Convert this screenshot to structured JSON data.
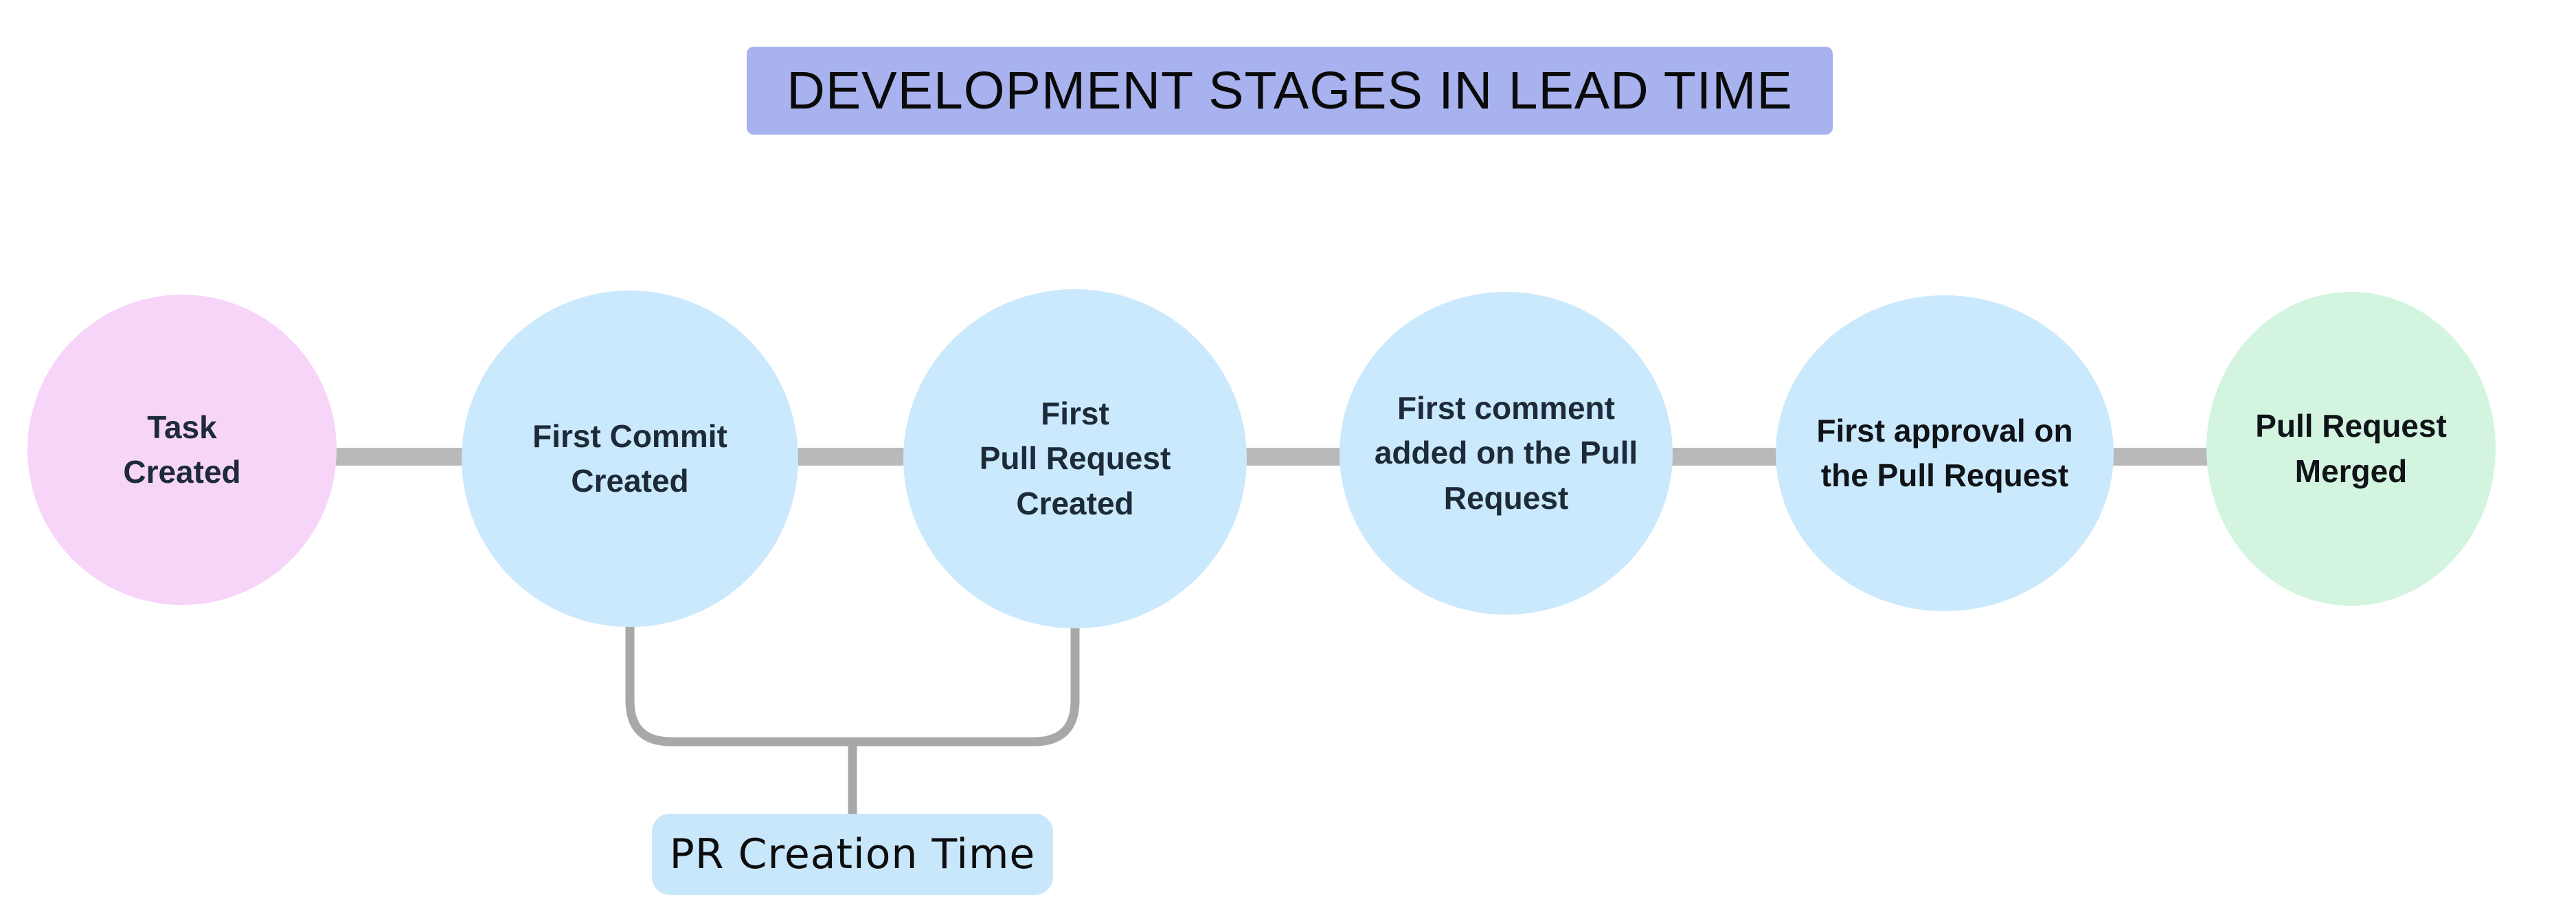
{
  "diagram": {
    "title": "DEVELOPMENT STAGES IN LEAD TIME",
    "stages": [
      {
        "id": "task-created",
        "label": "Task\nCreated",
        "fill": "#f6d5f9",
        "text_color": "#1d2a38"
      },
      {
        "id": "first-commit",
        "label": "First Commit\nCreated",
        "fill": "#cbe9fc",
        "text_color": "#1d2a38"
      },
      {
        "id": "first-pull-request",
        "label": "First\nPull Request\nCreated",
        "fill": "#cbe9fc",
        "text_color": "#1d2a38"
      },
      {
        "id": "first-comment",
        "label": "First comment\nadded on the Pull\nRequest",
        "fill": "#cbe9fc",
        "text_color": "#1d2a38"
      },
      {
        "id": "first-approval",
        "label": "First approval on\nthe Pull Request",
        "fill": "#cbe9fc",
        "text_color": "#101418"
      },
      {
        "id": "pr-merged",
        "label": "Pull Request\nMerged",
        "fill": "#d3f4de",
        "text_color": "#101418"
      }
    ],
    "annotation": {
      "label": "PR Creation Time",
      "from_stage": "first-commit",
      "to_stage": "first-pull-request",
      "box_fill": "#c8e7fb"
    },
    "colors": {
      "title_bg": "#a8b2ee",
      "title_text": "#0a0a0a",
      "connector": "#b9b9b9",
      "bracket": "#a8a8a8",
      "background": "#ffffff"
    }
  }
}
